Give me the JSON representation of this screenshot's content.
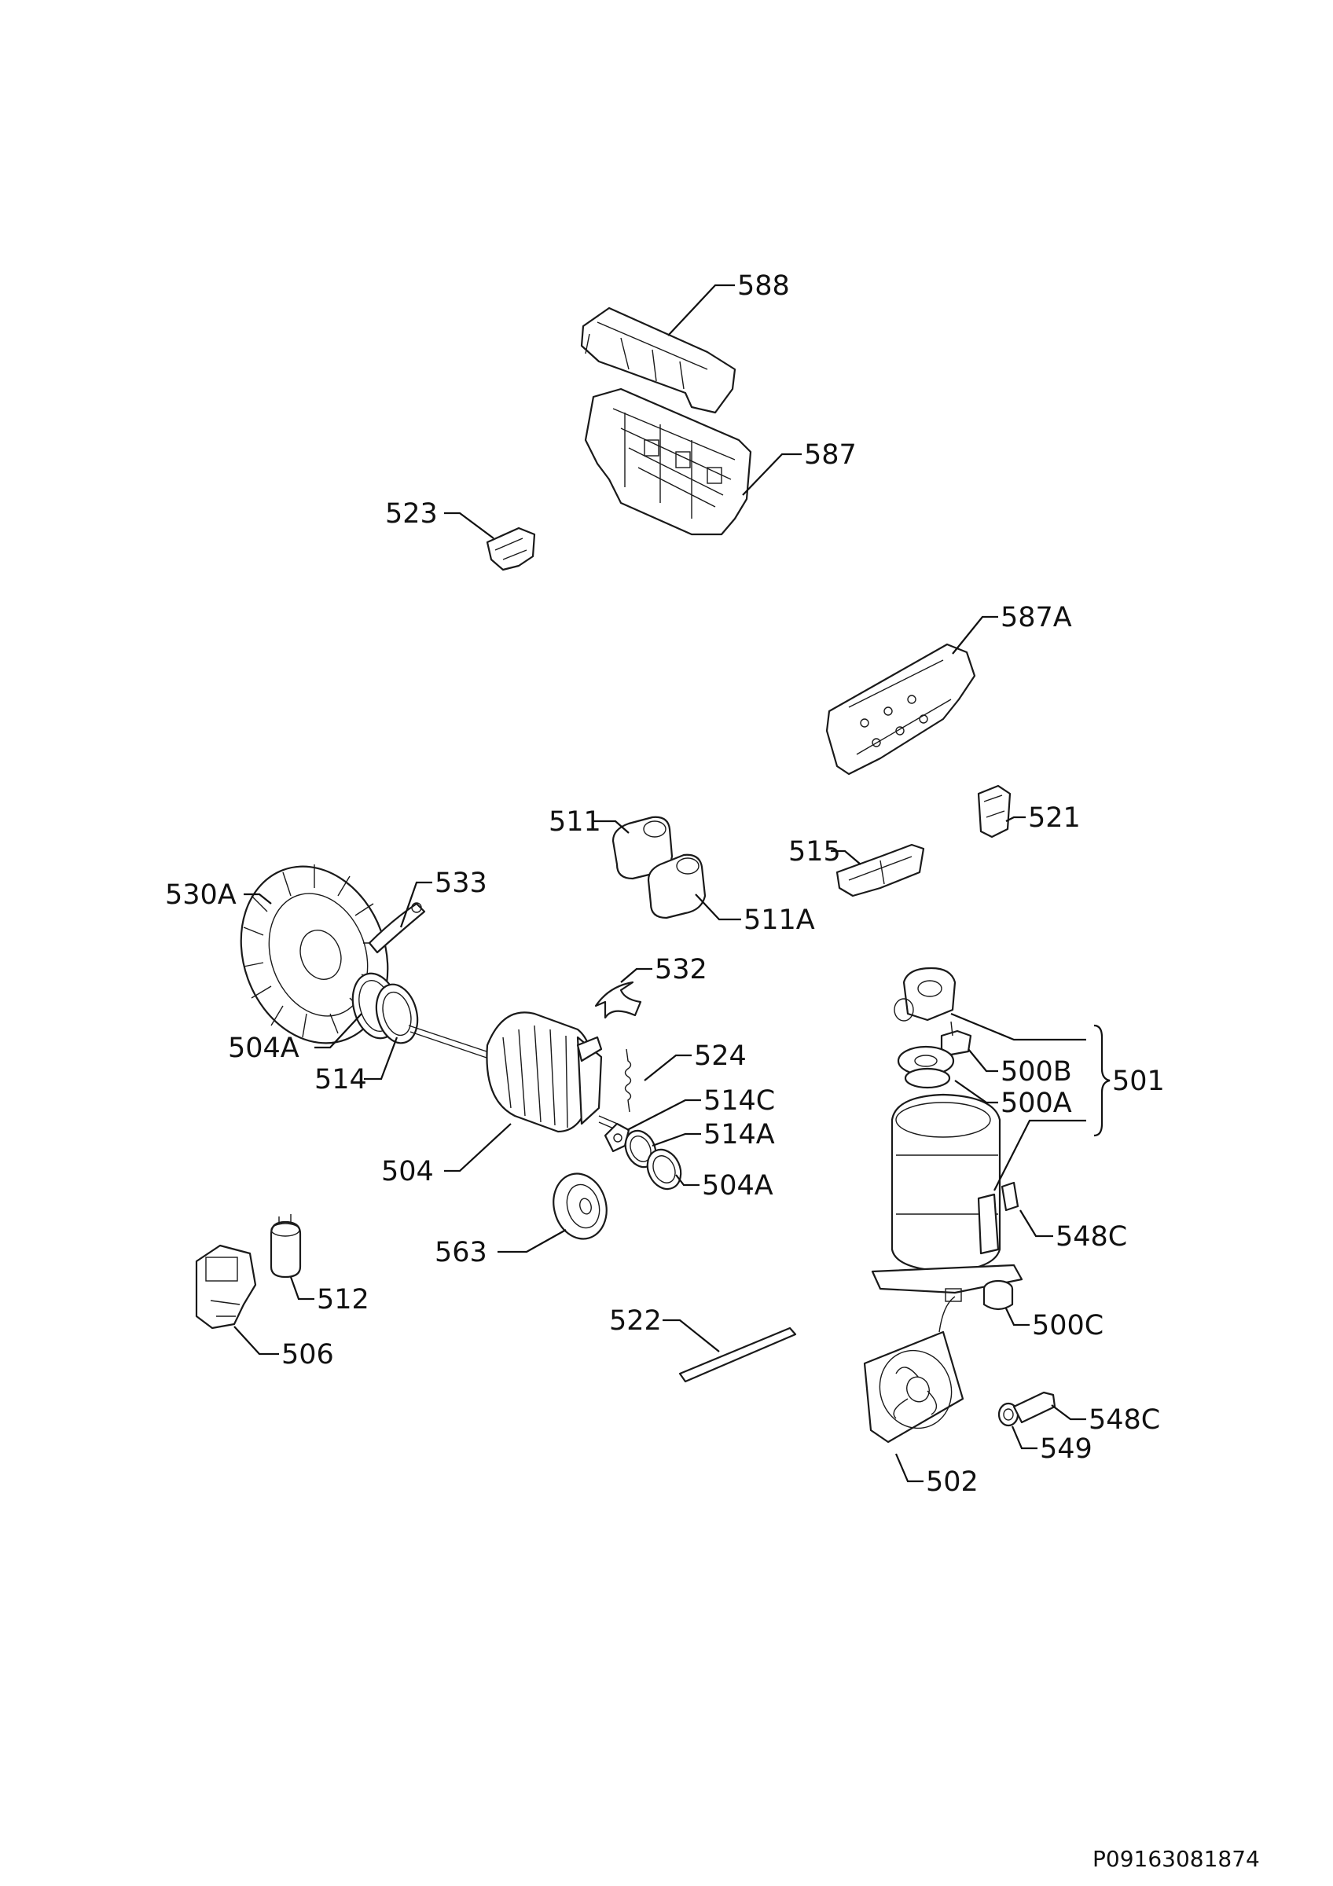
{
  "labels": {
    "p588": "588",
    "p587": "587",
    "p523": "523",
    "p587A": "587A",
    "p511": "511",
    "p511A": "511A",
    "p515": "515",
    "p521": "521",
    "p530A": "530A",
    "p533": "533",
    "p532": "532",
    "p504A_1": "504A",
    "p514": "514",
    "p524": "524",
    "p514C": "514C",
    "p514A": "514A",
    "p504A_2": "504A",
    "p504": "504",
    "p563": "563",
    "p512": "512",
    "p506": "506",
    "p522": "522",
    "p501": "501",
    "p500B": "500B",
    "p500A": "500A",
    "p548C_1": "548C",
    "p500C": "500C",
    "p548C_2": "548C",
    "p549": "549",
    "p502": "502"
  },
  "drawing_code": "P09163081874"
}
